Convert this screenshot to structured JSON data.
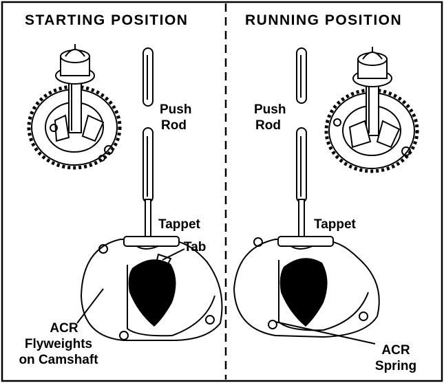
{
  "starting": {
    "heading": "STARTING POSITION",
    "push_rod_line1": "Push",
    "push_rod_line2": "Rod",
    "tappet": "Tappet",
    "tab": "Tab",
    "flyweights_line1": "ACR",
    "flyweights_line2": "Flyweights",
    "flyweights_line3": "on Camshaft"
  },
  "running": {
    "heading": "RUNNING POSITION",
    "push_rod_line1": "Push",
    "push_rod_line2": "Rod",
    "tappet": "Tappet",
    "spring_line1": "ACR",
    "spring_line2": "Spring"
  }
}
